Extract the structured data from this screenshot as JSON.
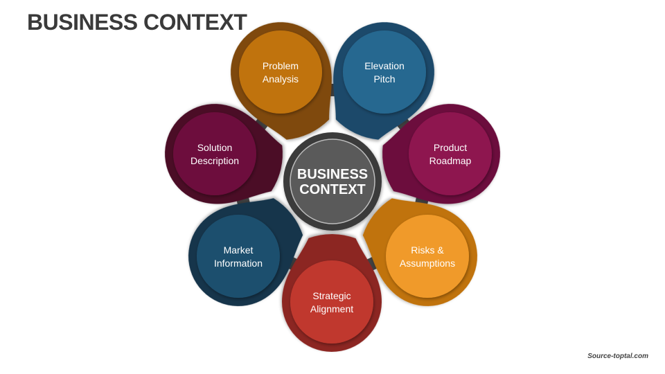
{
  "title": "BUSINESS CONTEXT",
  "source": "Source-toptal.com",
  "center": {
    "lines": [
      "BUSINESS",
      "CONTEXT"
    ],
    "ring_color": "#3b3b3b",
    "fill_color": "#5a5a5a"
  },
  "petals": [
    {
      "lines": [
        "Problem",
        "Analysis"
      ],
      "outer": "#7f4a0c",
      "inner": "#c0730e"
    },
    {
      "lines": [
        "Elevation",
        "Pitch"
      ],
      "outer": "#1d4a6b",
      "inner": "#276890"
    },
    {
      "lines": [
        "Product",
        "Roadmap"
      ],
      "outer": "#6c0f3c",
      "inner": "#8e1450"
    },
    {
      "lines": [
        "Risks &",
        "Assumptions"
      ],
      "outer": "#c0730e",
      "inner": "#f09a2a"
    },
    {
      "lines": [
        "Strategic",
        "Alignment"
      ],
      "outer": "#8c2724",
      "inner": "#c0392e"
    },
    {
      "lines": [
        "Market",
        "Information"
      ],
      "outer": "#15344b",
      "inner": "#1f4f6e"
    },
    {
      "lines": [
        "Solution",
        "Description"
      ],
      "outer": "#4c0b28",
      "inner": "#6d0f3c"
    }
  ],
  "connector_color": "#4a4a4a"
}
